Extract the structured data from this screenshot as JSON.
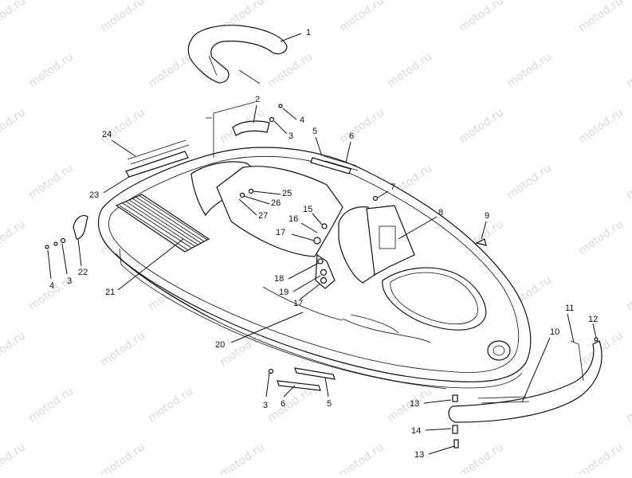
{
  "watermark": "motod.ru",
  "callouts": [
    {
      "id": "c1",
      "text": "1"
    },
    {
      "id": "c2",
      "text": "2"
    },
    {
      "id": "c3a",
      "text": "3"
    },
    {
      "id": "c4a",
      "text": "4"
    },
    {
      "id": "c5a",
      "text": "5"
    },
    {
      "id": "c6a",
      "text": "6"
    },
    {
      "id": "c7",
      "text": "7"
    },
    {
      "id": "c8",
      "text": "8"
    },
    {
      "id": "c9",
      "text": "9"
    },
    {
      "id": "c10",
      "text": "10"
    },
    {
      "id": "c11",
      "text": "11"
    },
    {
      "id": "c12",
      "text": "12"
    },
    {
      "id": "c13a",
      "text": "13"
    },
    {
      "id": "c14",
      "text": "14"
    },
    {
      "id": "c13b",
      "text": "13"
    },
    {
      "id": "c3b",
      "text": "3"
    },
    {
      "id": "c6b",
      "text": "6"
    },
    {
      "id": "c5b",
      "text": "5"
    },
    {
      "id": "c15",
      "text": "15"
    },
    {
      "id": "c16",
      "text": "16"
    },
    {
      "id": "c17a",
      "text": "17"
    },
    {
      "id": "c17b",
      "text": "17"
    },
    {
      "id": "c18",
      "text": "18"
    },
    {
      "id": "c19",
      "text": "19"
    },
    {
      "id": "c20",
      "text": "20"
    },
    {
      "id": "c21",
      "text": "21"
    },
    {
      "id": "c22",
      "text": "22"
    },
    {
      "id": "c3c",
      "text": "3"
    },
    {
      "id": "c4c",
      "text": "4"
    },
    {
      "id": "c23",
      "text": "23"
    },
    {
      "id": "c24",
      "text": "24"
    },
    {
      "id": "c25",
      "text": "25"
    },
    {
      "id": "c26",
      "text": "26"
    },
    {
      "id": "c27",
      "text": "27"
    }
  ]
}
